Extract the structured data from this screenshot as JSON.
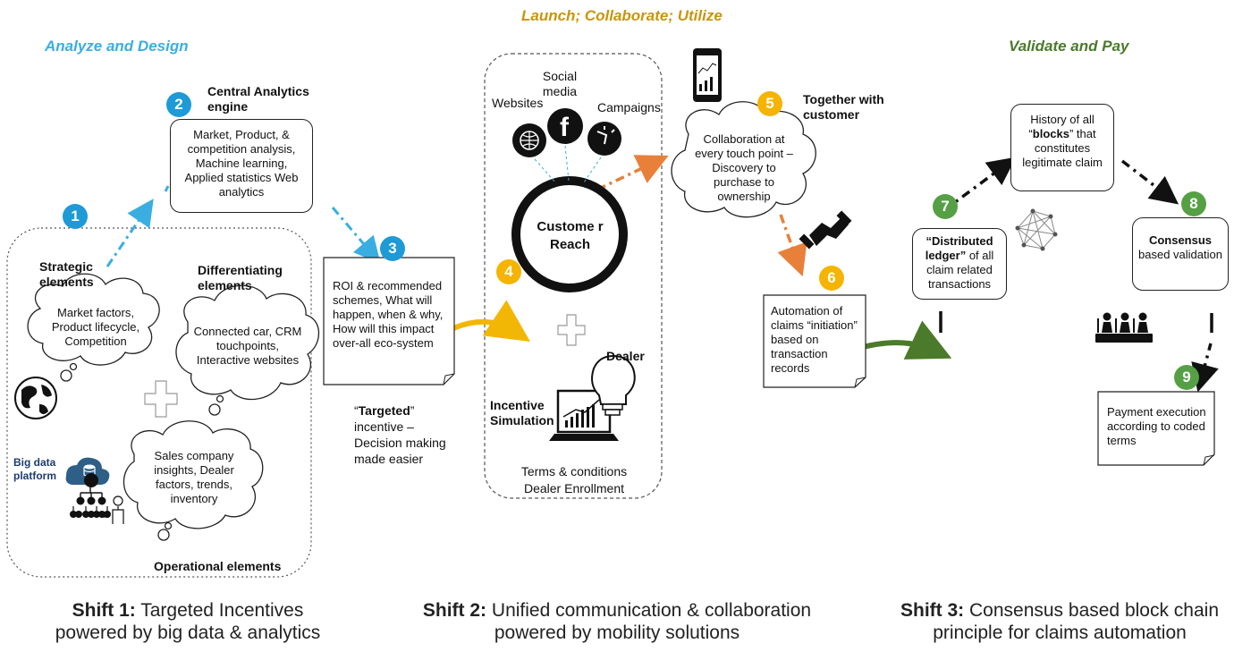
{
  "phases": {
    "analyze": "Analyze and Design",
    "launch": "Launch; Collaborate; Utilize",
    "validate": "Validate and Pay"
  },
  "colors": {
    "analyze": "#3aaee0",
    "launch": "#c8960a",
    "validate": "#4a7a2a",
    "step_blue": "#1e9ad6",
    "step_yellow": "#f4b400",
    "step_green": "#55a044",
    "arrow_orange": "#e8803a",
    "arrow_yellow": "#f2b705",
    "arrow_green": "#4a7a2a"
  },
  "steps": [
    "1",
    "2",
    "3",
    "4",
    "5",
    "6",
    "7",
    "8",
    "9"
  ],
  "shift1": {
    "central_title": "Central Analytics engine",
    "central_body": "Market, Product, & competition analysis, Machine learning, Applied statistics Web analytics",
    "strategic_title": "Strategic elements",
    "strategic_cloud": "Market factors, Product lifecycle, Competition",
    "differentiating_title": "Differentiating elements",
    "differentiating_cloud": "Connected car, CRM touchpoints, Interactive websites",
    "bigdata_label": "Big data platform",
    "operational_cloud": "Sales company insights, Dealer factors, trends, inventory",
    "operational_title": "Operational elements",
    "roi_note": "ROI & recommended schemes, What will happen, when & why, How will this impact over-all eco-system",
    "targeted_bold": "Targeted",
    "targeted_rest": " incentive – Decision making made easier"
  },
  "shift2": {
    "social_media": "Social media",
    "websites": "Websites",
    "campaigns": "Campaigns",
    "customer_reach": "Custome r Reach",
    "dealer": "Dealer",
    "incentive_sim": "Incentive Simulation",
    "terms": "Terms & conditions",
    "enrollment": "Dealer Enrollment",
    "together": "Together with customer",
    "collab_cloud": "Collaboration at every touch point – Discovery to purchase to ownership",
    "automation_note": "Automation of claims “initiation” based on transaction records"
  },
  "shift3": {
    "history_pre": "History of all “",
    "history_bold": "blocks",
    "history_post": "” that constitutes legitimate claim",
    "ledger_bold": "“Distributed ledger”",
    "ledger_rest": " of all claim related transactions",
    "consensus_bold": "Consensus",
    "consensus_rest": " based validation",
    "payment_note": "Payment execution according to coded terms"
  },
  "footers": [
    {
      "bold": "Shift 1:",
      "rest": " Targeted Incentives powered by big data & analytics"
    },
    {
      "bold": "Shift 2:",
      "rest": " Unified communication & collaboration powered by mobility solutions"
    },
    {
      "bold": "Shift 3:",
      "rest": " Consensus based block chain principle for claims automation"
    }
  ]
}
